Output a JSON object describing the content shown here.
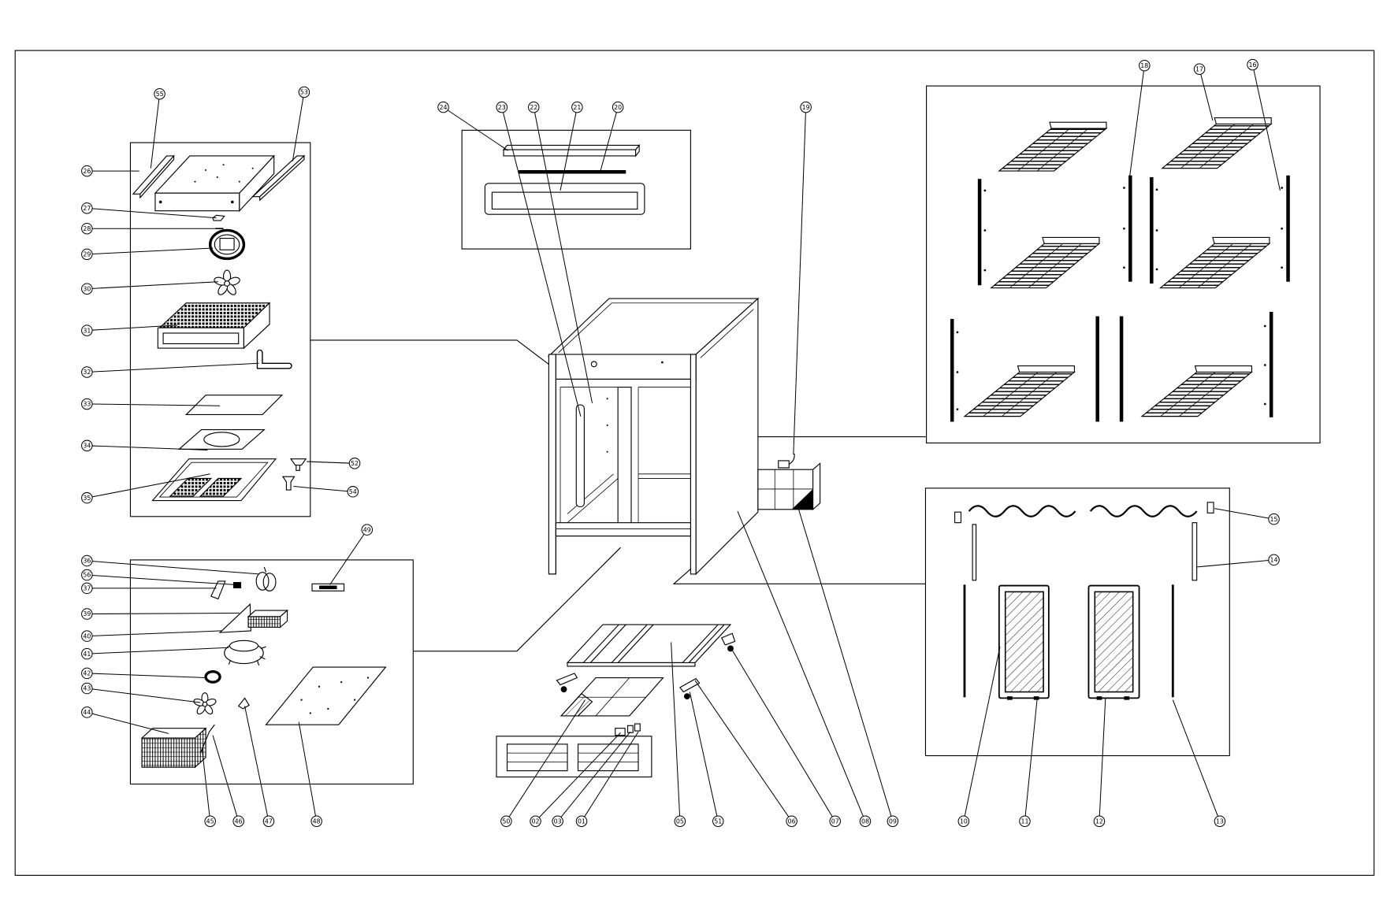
{
  "colors": {
    "line": "#000000",
    "background": "#ffffff"
  },
  "callouts": {
    "top_unit": [
      "55",
      "53",
      "26",
      "27",
      "28",
      "29",
      "30",
      "31",
      "32",
      "33",
      "34",
      "35",
      "52",
      "54"
    ],
    "top_rail": [
      "24",
      "23",
      "22",
      "21",
      "20"
    ],
    "condenser_box": [
      "19"
    ],
    "shelves": [
      "18",
      "17",
      "16"
    ],
    "doors": [
      "15",
      "14",
      "10",
      "11",
      "12",
      "13"
    ],
    "machine_compartment": [
      "49",
      "36",
      "56",
      "37",
      "39",
      "40",
      "41",
      "42",
      "43",
      "44",
      "45",
      "46",
      "47",
      "48"
    ],
    "base": [
      "50",
      "02",
      "03",
      "01",
      "05",
      "51",
      "06",
      "07",
      "08",
      "09"
    ]
  }
}
